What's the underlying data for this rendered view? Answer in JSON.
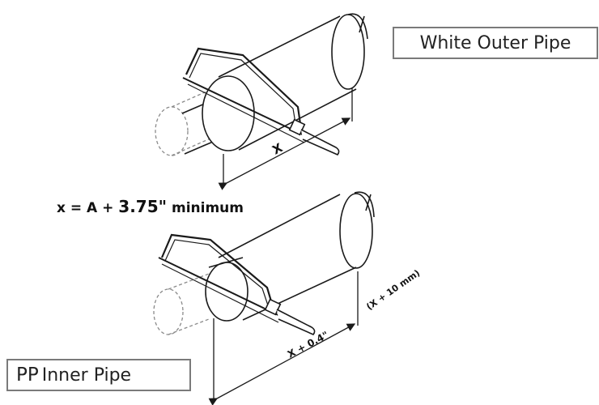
{
  "labels": {
    "outer_pipe": "White Outer Pipe",
    "inner_prefix": "PP",
    "inner_suffix": "Inner Pipe",
    "formula_lhs": "x = A +",
    "formula_value": "3.75\"",
    "formula_tail": "minimum",
    "dim_x": "X",
    "dim_x_plus_in": "X + 0.4\"",
    "dim_x_plus_mm": "(X + 10 mm)"
  },
  "colors": {
    "line": "#1a1a1a",
    "dashed": "#8a8a8a",
    "box_border": "#7a7a7a"
  }
}
